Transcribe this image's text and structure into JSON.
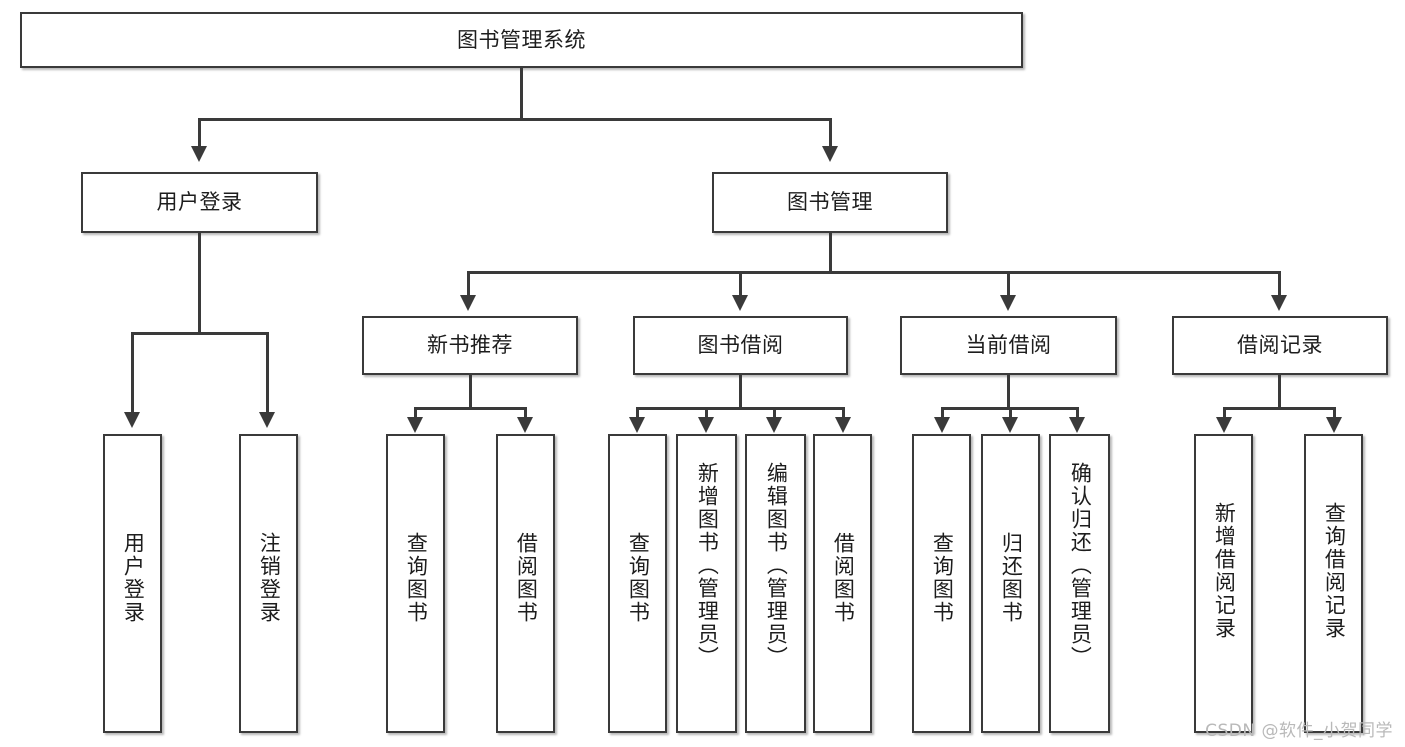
{
  "diagram": {
    "title_node": {
      "label": "图书管理系统"
    },
    "level2": [
      {
        "label": "用户登录"
      },
      {
        "label": "图书管理"
      }
    ],
    "level3": [
      {
        "label": "新书推荐"
      },
      {
        "label": "图书借阅"
      },
      {
        "label": "当前借阅"
      },
      {
        "label": "借阅记录"
      }
    ],
    "leaves": {
      "user_login": [
        {
          "label": "用户登录"
        },
        {
          "label": "注销登录"
        }
      ],
      "new_book_recommend": [
        {
          "label": "查询图书"
        },
        {
          "label": "借阅图书"
        }
      ],
      "book_borrow": [
        {
          "label": "查询图书"
        },
        {
          "label": "新增图书（管理员）"
        },
        {
          "label": "编辑图书（管理员）"
        },
        {
          "label": "借阅图书"
        }
      ],
      "current_borrow": [
        {
          "label": "查询图书"
        },
        {
          "label": "归还图书"
        },
        {
          "label": "确认归还（管理员）"
        }
      ],
      "borrow_record": [
        {
          "label": "新增借阅记录"
        },
        {
          "label": "查询借阅记录"
        }
      ]
    }
  },
  "watermark": {
    "text": "CSDN @软件_小贺同学"
  },
  "colors": {
    "stroke": "#3a3a3a",
    "fill": "#ffffff",
    "text": "#1d1d1d",
    "watermark": "#b9b9b9"
  }
}
